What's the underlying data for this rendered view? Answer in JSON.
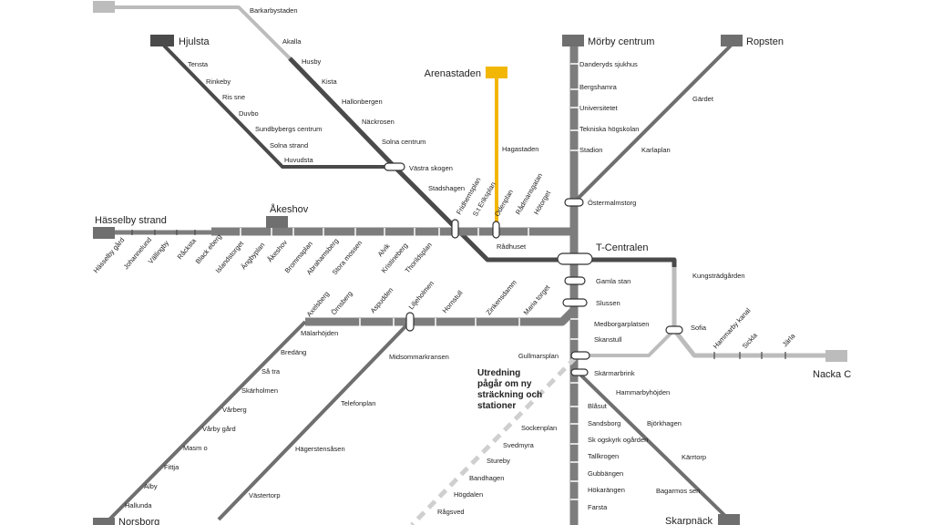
{
  "terminals": {
    "barkarby": "",
    "hjulsta": "Hjulsta",
    "arenastaden": "Arenastaden",
    "morby": "Mörby centrum",
    "ropsten": "Ropsten",
    "hasselby": "Hässelby strand",
    "akeshov": "Åkeshov",
    "tcentralen": "T-Centralen",
    "nacka": "Nacka C",
    "skarpnack": "Skarpnäck",
    "norsborg": "Norsborg"
  },
  "stations": {
    "barkarbystaden": "Barkarbystaden",
    "akalla": "Akalla",
    "husby": "Husby",
    "kista": "Kista",
    "hallonbergen": "Hallonbergen",
    "nackrosen": "Näckrosen",
    "solna_centrum": "Solna centrum",
    "vastra_skogen": "Västra skogen",
    "stadshagen": "Stadshagen",
    "tensta": "Tensta",
    "rinkeby": "Rinkeby",
    "rissne": "Ris sne",
    "duvbo": "Duvbo",
    "sundbyberg": "Sundbybergs centrum",
    "solna_strand": "Solna strand",
    "huvudsta": "Huvudsta",
    "hagastaden": "Hagastaden",
    "odenplan": "Odenplan",
    "st_eriksplan": "S:t Eriksplan",
    "fridhemsplan": "Fridhemsplan",
    "radmansgatan": "Rådmansgatan",
    "hotorget": "Hötorget",
    "radhuset": "Rådhuset",
    "danderyd": "Danderyds sjukhus",
    "bergshamra": "Bergshamra",
    "universitetet": "Universitetet",
    "tekniska": "Tekniska högskolan",
    "stadion": "Stadion",
    "gardet": "Gärdet",
    "karlaplan": "Karlaplan",
    "ostermalmstorg": "Östermalmstorg",
    "kungstradgarden": "Kungsträdgården",
    "gamla_stan": "Gamla stan",
    "slussen": "Slussen",
    "medborgarplatsen": "Medborgarplatsen",
    "skanstull": "Skanstull",
    "gullmarsplan": "Gullmarsplan",
    "skarmarbrink": "Skärmarbrink",
    "sofia": "Sofia",
    "hammarby_kanal": "Hammarby kanal",
    "sickla": "Sickla",
    "jarla": "Järla",
    "hasselby_gard": "Hässelby gård",
    "johannelund": "Johannelund",
    "vallingby": "Vällingby",
    "racksta": "Råcksta",
    "blackeberg": "Black eberg",
    "islandstorget": "Islandstorget",
    "angbyplan": "Ängbyplan",
    "akeshov_st": "Åkeshov",
    "brommaplan": "Brommaplan",
    "abrahamsberg": "Abrahamsberg",
    "stora_mossen": "Stora mossen",
    "alvik": "Alvik",
    "kristineberg": "Kristineberg",
    "thorildsplan": "Thorildsplan",
    "axelsberg": "Axelsberg",
    "ornsberg": "Örnsberg",
    "aspudden": "Aspudden",
    "liljeholmen": "Liljeholmen",
    "hornstull": "Hornstull",
    "zinkensdamm": "Zinkensdamm",
    "mariatorget": "Maria torget",
    "malarhojden": "Mälarhöjden",
    "bredang": "Bredäng",
    "satra": "Så tra",
    "skarholmen": "Skärholmen",
    "varberg": "Vårberg",
    "varby_gard": "Vårby gård",
    "masmo": "Masm o",
    "fittja": "Fittja",
    "alby": "Alby",
    "hallunda": "Hallunda",
    "midsommarkransen": "Midsommarkransen",
    "telefonplan": "Telefonplan",
    "hagerstensasen": "Hägerstensåsen",
    "vastertorp": "Västertorp",
    "sockenplan": "Sockenplan",
    "svedmyra": "Svedmyra",
    "stureby": "Stureby",
    "bandhagen": "Bandhagen",
    "hogdalen": "Högdalen",
    "ragsved": "Rågsved",
    "hammarbyhojden": "Hammarbyhöjden",
    "blasut": "Blåsut",
    "bjorkhagen": "Björkhagen",
    "sandsborg": "Sandsborg",
    "skogskyrkogarden": "Sk ogskyrk ogården",
    "karrtorp": "Kärrtorp",
    "tallkrogen": "Tallkrogen",
    "gubbangen": "Gubbängen",
    "bagarmossen": "Bagarmos sen",
    "hokarangen": "Hökarängen",
    "farsta": "Farsta"
  },
  "annotation": {
    "line1": "Utredning",
    "line2": "pågår om ny",
    "line3": "sträckning och",
    "line4": "stationer"
  },
  "colors": {
    "dark": "#4a4a4a",
    "mid": "#6f6f6f",
    "mid2": "#7d7d7d",
    "light": "#bcbcbc",
    "yellow": "#f2b705"
  }
}
